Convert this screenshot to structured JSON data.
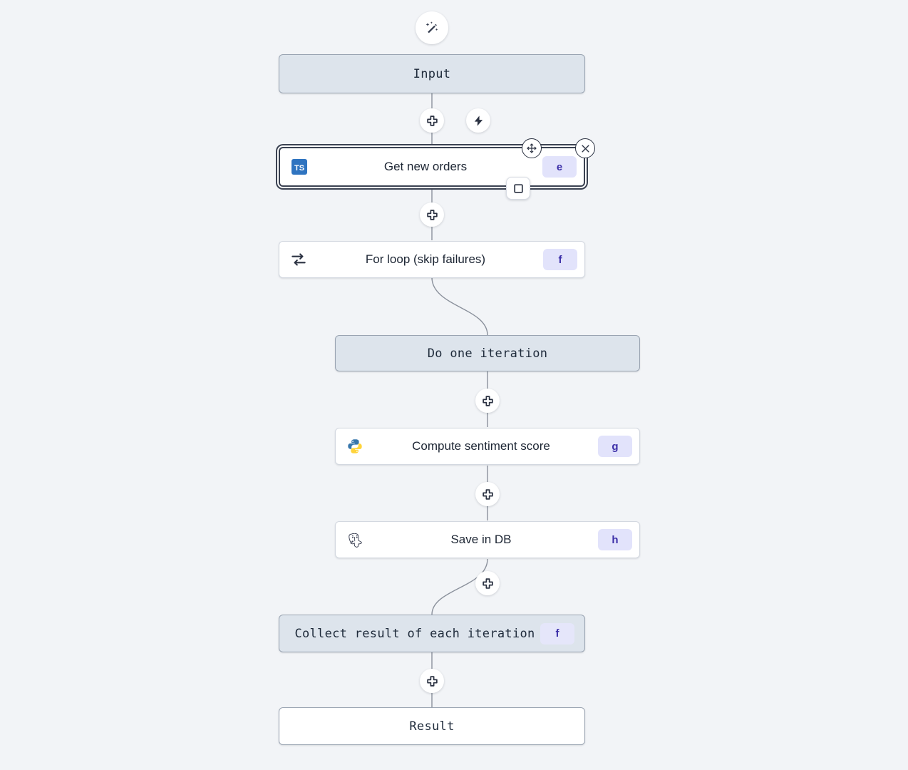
{
  "canvas": {
    "background_color": "#f2f4f7",
    "edge_color": "#8b919c"
  },
  "toolbar": {
    "ai_wand_icon": "magic-wand-icon",
    "add_step_icon": "plus-icon",
    "trigger_icon": "lightning-bolt-icon",
    "stop_icon": "square-icon",
    "move_icon": "move-handle-icon",
    "close_icon": "close-x-icon"
  },
  "graph": {
    "nodes": [
      {
        "id": "input",
        "label": "Input",
        "kind": "frame",
        "icon": "none",
        "shortcut": ""
      },
      {
        "id": "get-new-orders",
        "label": "Get new orders",
        "kind": "step",
        "icon": "typescript-icon",
        "shortcut": "e",
        "selected": true
      },
      {
        "id": "for-loop",
        "label": "For loop (skip failures)",
        "kind": "step",
        "icon": "loop-icon",
        "shortcut": "f"
      },
      {
        "id": "do-one-iteration",
        "label": "Do one iteration",
        "kind": "frame",
        "icon": "none",
        "shortcut": ""
      },
      {
        "id": "compute-sentiment-score",
        "label": "Compute sentiment score",
        "kind": "step",
        "icon": "python-icon",
        "shortcut": "g"
      },
      {
        "id": "save-in-db",
        "label": "Save in DB",
        "kind": "step",
        "icon": "postgresql-icon",
        "shortcut": "h"
      },
      {
        "id": "collect-result",
        "label": "Collect result of each iteration",
        "kind": "frame",
        "icon": "none",
        "shortcut": "f"
      },
      {
        "id": "result",
        "label": "Result",
        "kind": "plain",
        "icon": "none",
        "shortcut": ""
      }
    ]
  },
  "colors": {
    "node_frame_bg": "#dde4ec",
    "node_frame_border": "#9aa4b2",
    "node_step_bg": "#ffffff",
    "node_step_border": "#d3d8e0",
    "shortcut_bg": "#e2e3fb",
    "shortcut_text": "#3c2fa8",
    "selection_border": "#3b4252",
    "typescript_blue": "#2f74c0",
    "python_blue": "#3776ab",
    "python_yellow": "#ffd43b"
  }
}
